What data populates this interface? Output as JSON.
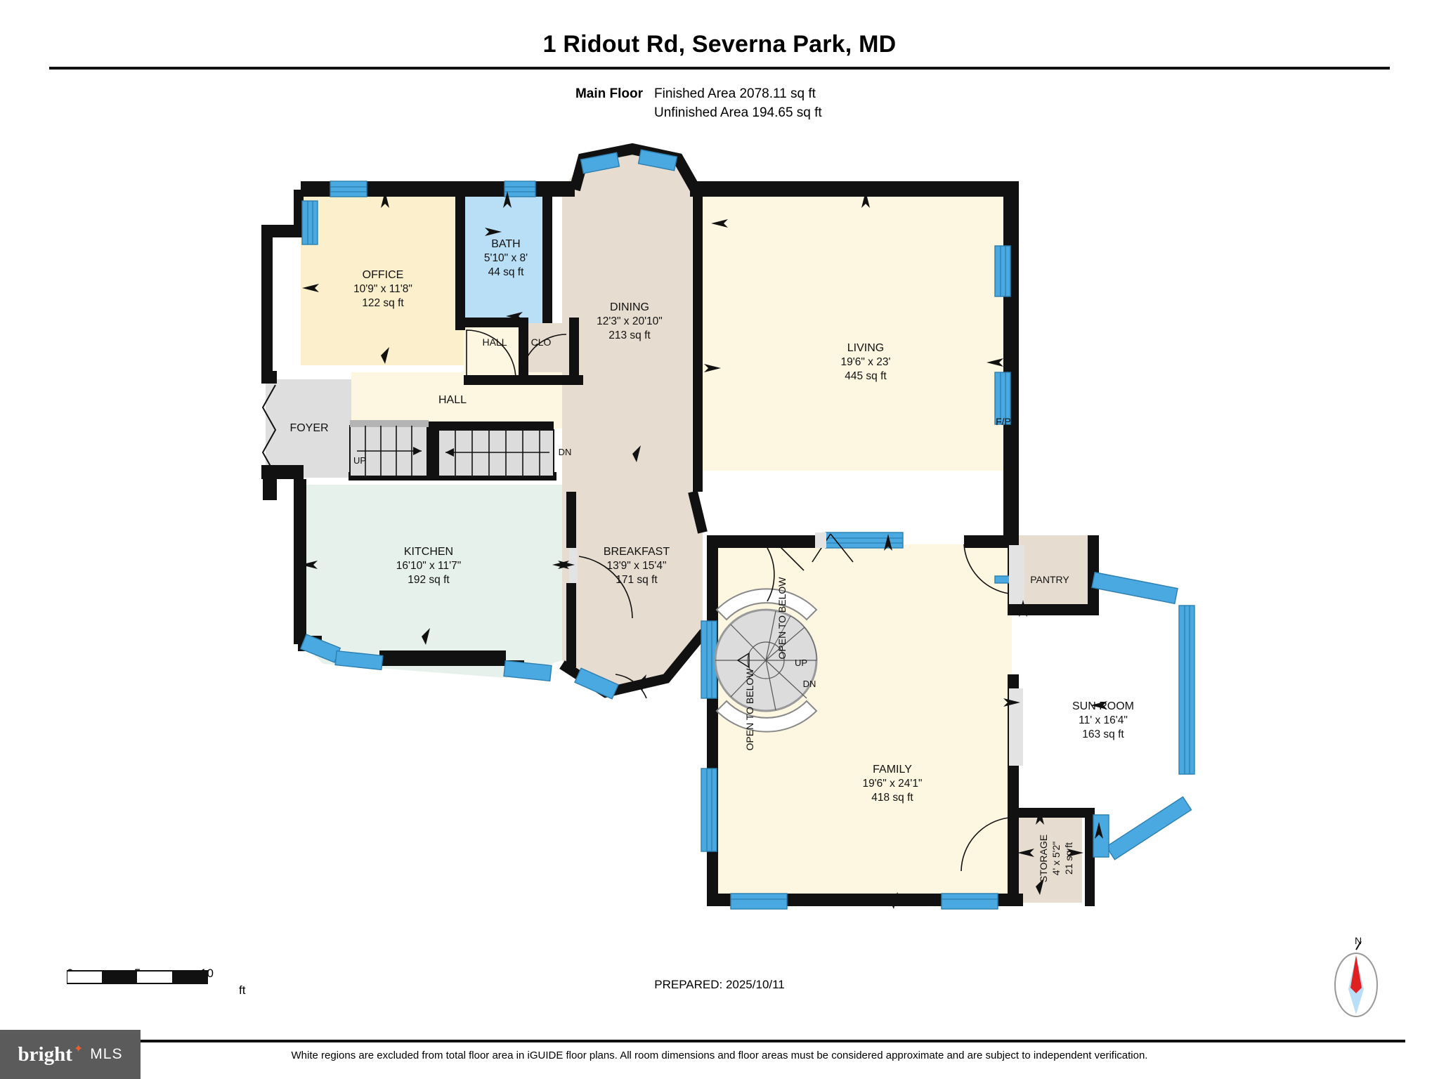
{
  "header": {
    "title": "1 Ridout Rd, Severna Park, MD",
    "floor_label": "Main Floor",
    "finished_area": "Finished Area 2078.11 sq ft",
    "unfinished_area": "Unfinished Area 194.65 sq ft"
  },
  "rooms": [
    {
      "key": "office",
      "name": "OFFICE",
      "dims": "10'9\" x 11'8\"",
      "area": "122 sq ft"
    },
    {
      "key": "bath",
      "name": "BATH",
      "dims": "5'10\" x 8'",
      "area": "44 sq ft"
    },
    {
      "key": "dining",
      "name": "DINING",
      "dims": "12'3\" x 20'10\"",
      "area": "213 sq ft"
    },
    {
      "key": "living",
      "name": "LIVING",
      "dims": "19'6\" x 23'",
      "area": "445 sq ft"
    },
    {
      "key": "kitchen",
      "name": "KITCHEN",
      "dims": "16'10\" x 11'7\"",
      "area": "192 sq ft"
    },
    {
      "key": "breakfast",
      "name": "BREAKFAST",
      "dims": "13'9\" x 15'4\"",
      "area": "171 sq ft"
    },
    {
      "key": "family",
      "name": "FAMILY",
      "dims": "19'6\" x 24'1\"",
      "area": "418 sq ft"
    },
    {
      "key": "sunroom",
      "name": "SUN ROOM",
      "dims": "11' x 16'4\"",
      "area": "163 sq ft"
    },
    {
      "key": "storage",
      "name": "STORAGE",
      "dims": "4' x 5'2\"",
      "area": "21 sq ft"
    }
  ],
  "labels": {
    "foyer": "FOYER",
    "hall_main": "HALL",
    "hall_small": "HALL",
    "closet": "CLO",
    "pantry": "PANTRY",
    "fireplace": "F/P",
    "stair_up": "UP",
    "stair_dn": "DN",
    "spiral_up": "UP",
    "spiral_dn": "DN",
    "open_to_below_1": "OPEN TO BELOW",
    "open_to_below_2": "OPEN TO BELOW"
  },
  "footer": {
    "scale_ticks": [
      "0",
      "5",
      "10"
    ],
    "scale_unit": "ft",
    "prepared": "PREPARED: 2025/10/11",
    "disclaimer": "White regions are excluded from total floor area in iGUIDE floor plans. All room dimensions and floor areas must be considered approximate and are subject to independent verification.",
    "compass_label": "N",
    "logo_primary": "bright",
    "logo_secondary": "MLS"
  },
  "colors": {
    "wall": "#111111",
    "window": "#4aa9e0",
    "living_fill": "#fdf6e0",
    "office_fill": "#fcefcb",
    "bath_fill": "#b8dff5",
    "dining_fill": "#e6dccf",
    "kitchen_fill": "#e7f1ec",
    "foyer_fill": "#dedede",
    "stair_fill": "#dddddd",
    "sunroom_fill": "#ffffff",
    "logo_bg": "#5b5b5b",
    "logo_accent": "#e8612c"
  }
}
